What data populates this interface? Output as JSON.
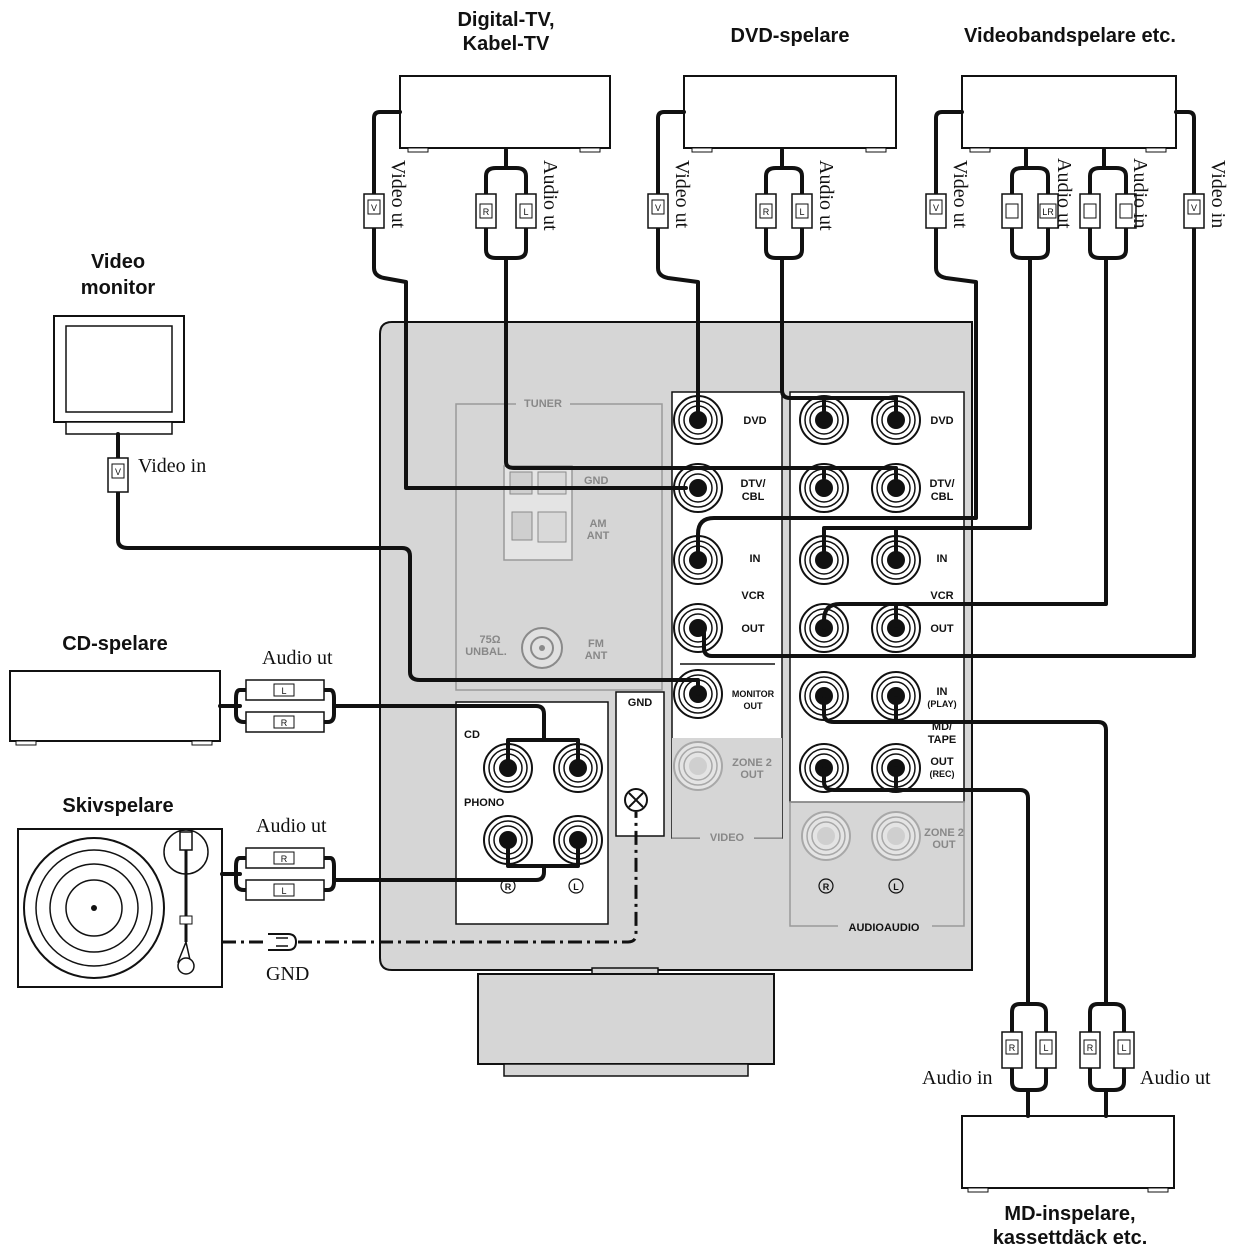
{
  "devices": {
    "digital_tv": [
      "Digital-TV,",
      "Kabel-TV"
    ],
    "dvd": "DVD-spelare",
    "vcr": "Videobandspelare etc.",
    "monitor": [
      "Video",
      "monitor"
    ],
    "cd": "CD-spelare",
    "turntable": "Skivspelare",
    "md": [
      "MD-inspelare,",
      "kassettdäck etc."
    ]
  },
  "cable_labels": {
    "video_ut": "Video ut",
    "audio_ut": "Audio ut",
    "audio_in": "Audio in",
    "video_in": "Video in",
    "gnd": "GND",
    "vcr_overlap": "Audio ut"
  },
  "plug_letters": {
    "v": "V",
    "r": "R",
    "l": "L",
    "lr": "LR"
  },
  "panel": {
    "tuner": "TUNER",
    "gnd_small": "GND",
    "am": [
      "AM",
      "ANT"
    ],
    "fm": [
      "FM",
      "ANT"
    ],
    "unbal": [
      "75Ω",
      "UNBAL."
    ],
    "video_section": "VIDEO",
    "audio_section": "AUDIOAUDIO",
    "gnd_terminal": "GND",
    "cd": "CD",
    "phono": "PHONO",
    "dvd": "DVD",
    "dtv": [
      "DTV/",
      "CBL"
    ],
    "in": "IN",
    "vcr": "VCR",
    "out": "OUT",
    "monitor_out": [
      "MONITOR",
      "OUT"
    ],
    "zone2_out": [
      "ZONE 2",
      "OUT"
    ],
    "in_play": [
      "IN",
      "(PLAY)"
    ],
    "md_tape": [
      "MD/",
      "TAPE"
    ],
    "out_rec": [
      "OUT",
      "(REC)"
    ],
    "r_mark": "R",
    "l_mark": "L"
  }
}
